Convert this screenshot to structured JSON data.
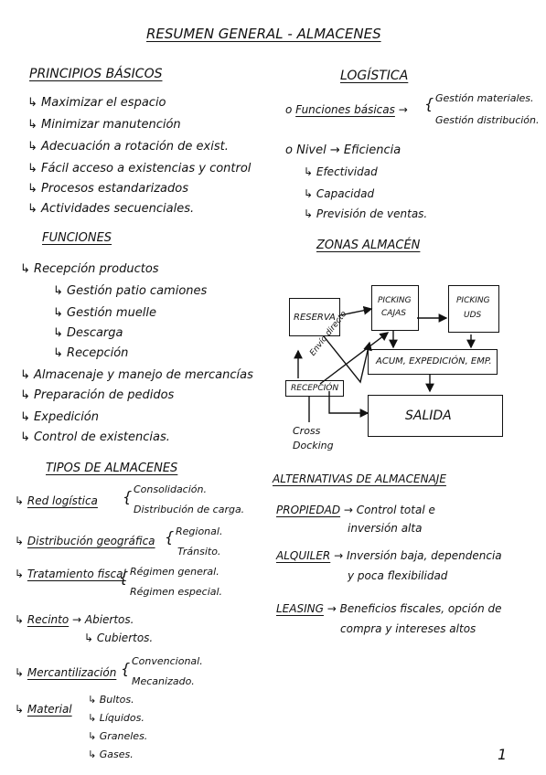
{
  "page_title": "RESUMEN GENERAL - ALMACENES",
  "principios": {
    "heading": "PRINCIPIOS BÁSICOS",
    "items": [
      "Maximizar el espacio",
      "Minimizar manutención",
      "Adecuación a rotación de exist.",
      "Fácil acceso a existencias y control",
      "Procesos estandarizados",
      "Actividades secuenciales."
    ]
  },
  "funciones": {
    "heading": "FUNCIONES",
    "recepcion": "Recepción productos",
    "recepcion_sub": [
      "Gestión patio camiones",
      "Gestión muelle",
      "Descarga",
      "Recepción"
    ],
    "items": [
      "Almacenaje y manejo de mercancías",
      "Preparación de pedidos",
      "Expedición",
      "Control de existencias."
    ]
  },
  "tipos": {
    "heading": "TIPOS DE ALMACENES",
    "groups": [
      {
        "label": "Red logística",
        "options": [
          "Consolidación.",
          "Distribución de carga."
        ]
      },
      {
        "label": "Distribución geográfica",
        "options": [
          "Regional.",
          "Tránsito."
        ]
      },
      {
        "label": "Tratamiento fiscal",
        "options": [
          "Régimen general.",
          "Régimen especial."
        ]
      },
      {
        "label": "Recinto",
        "options": [
          "Abiertos.",
          "Cubiertos."
        ]
      },
      {
        "label": "Mercantilización",
        "options": [
          "Convencional.",
          "Mecanizado."
        ]
      },
      {
        "label": "Material",
        "options": [
          "Bultos.",
          "Líquidos.",
          "Graneles.",
          "Gases."
        ]
      }
    ]
  },
  "logistica": {
    "heading": "LOGÍSTICA",
    "funciones_label": "Funciones básicas",
    "funciones_options": [
      "Gestión materiales.",
      "Gestión distribución."
    ],
    "nivel_label": "Nivel",
    "nivel_items": [
      "Eficiencia",
      "Efectividad",
      "Capacidad",
      "Previsión de ventas."
    ]
  },
  "zonas": {
    "heading": "ZONAS ALMACÉN",
    "reserva": "RESERVA",
    "picking_cajas": [
      "PICKING",
      "CAJAS"
    ],
    "picking_uds": [
      "PICKING",
      "UDS"
    ],
    "envio_directo": "Envío directo",
    "acum": "ACUM, EXPEDICIÓN, EMP.",
    "recepcion": "RECEPCIÓN",
    "salida": "SALIDA",
    "cross_docking": [
      "Cross",
      "Docking"
    ]
  },
  "alternativas": {
    "heading": "ALTERNATIVAS DE ALMACENAJE",
    "items": [
      {
        "label": "PROPIEDAD",
        "lines": [
          "Control total e",
          "inversión alta"
        ]
      },
      {
        "label": "ALQUILER",
        "lines": [
          "Inversión baja, dependencia",
          "y poca flexibilidad"
        ]
      },
      {
        "label": "LEASING",
        "lines": [
          "Beneficios fiscales, opción de",
          "compra y intereses altos"
        ]
      }
    ]
  },
  "page_number": "1"
}
